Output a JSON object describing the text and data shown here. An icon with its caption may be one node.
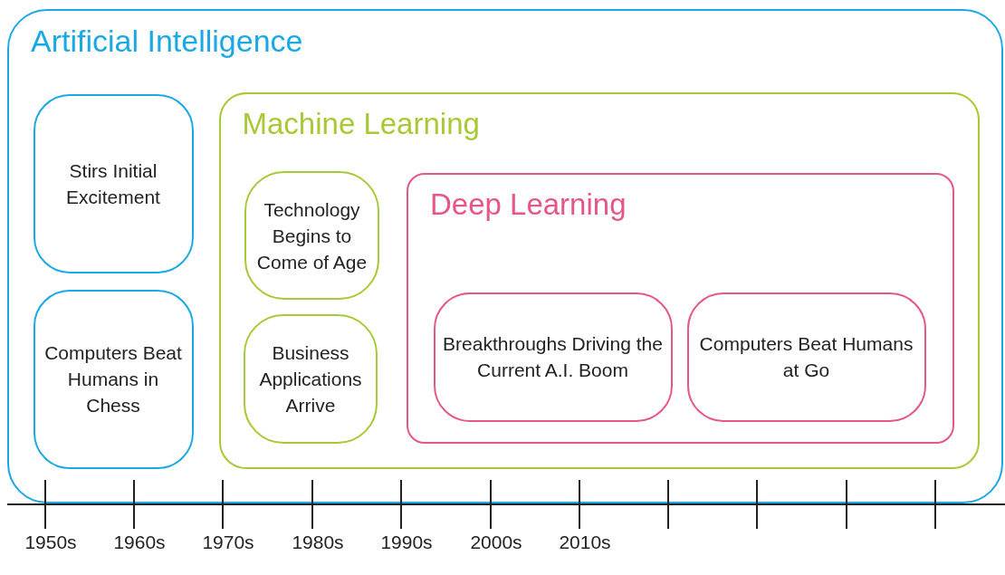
{
  "diagram": {
    "nodes": [
      {
        "text": [
          "Artificial Intelligence"
        ]
      },
      {
        "text": [
          "Stirs Initial Excitement"
        ],
        "in": 0
      },
      {
        "text": [
          "Computers Beat Humans in Chess"
        ],
        "in": 0
      },
      {
        "text": [
          "Machine Learning"
        ],
        "in": 0
      },
      {
        "text": [
          "Technology Begins to Come of Age"
        ],
        "in": 3
      },
      {
        "text": [
          "Business Applications Arrive"
        ],
        "in": 3
      },
      {
        "text": [
          "Deep Learning"
        ],
        "in": 3
      },
      {
        "text": [
          "Breakthroughs Driving the Current A.I. Boom"
        ],
        "in": 6
      },
      {
        "text": [
          "Computers Beat Humans at Go"
        ],
        "in": 6
      }
    ],
    "labels": [
      "1950s",
      "1960s",
      "1970s",
      "1980s",
      "1990s",
      "2000s",
      "2010s"
    ]
  }
}
